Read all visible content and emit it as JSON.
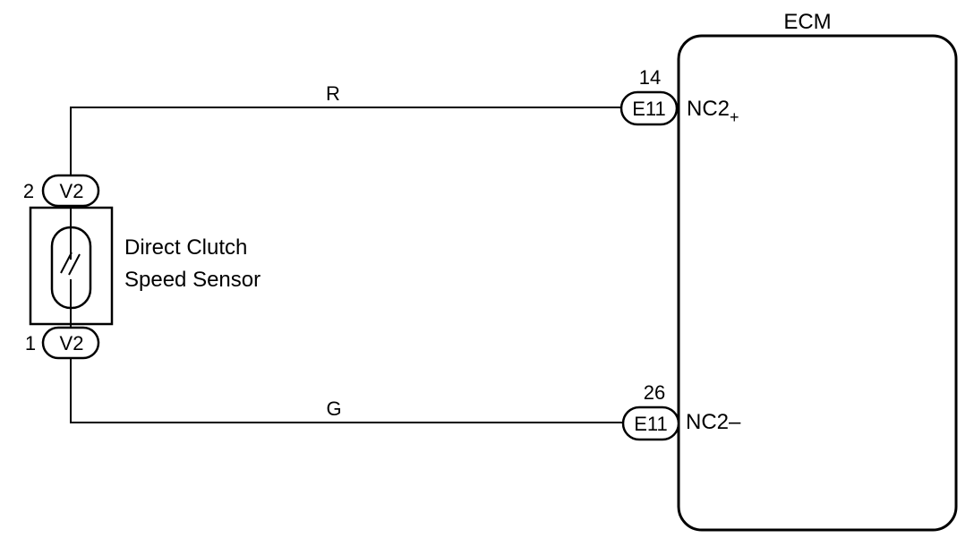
{
  "ecm": {
    "title": "ECM"
  },
  "sensor": {
    "label_line1": "Direct Clutch",
    "label_line2": "Speed Sensor",
    "connector_top": {
      "pin": "2",
      "name": "V2"
    },
    "connector_bottom": {
      "pin": "1",
      "name": "V2"
    }
  },
  "wires": [
    {
      "color": "R"
    },
    {
      "color": "G"
    }
  ],
  "ecm_connectors": [
    {
      "pin": "14",
      "name": "E11",
      "terminal": "NC2",
      "terminal_sub": "+"
    },
    {
      "pin": "26",
      "name": "E11",
      "terminal": "NC2",
      "terminal_sub": "–"
    }
  ]
}
